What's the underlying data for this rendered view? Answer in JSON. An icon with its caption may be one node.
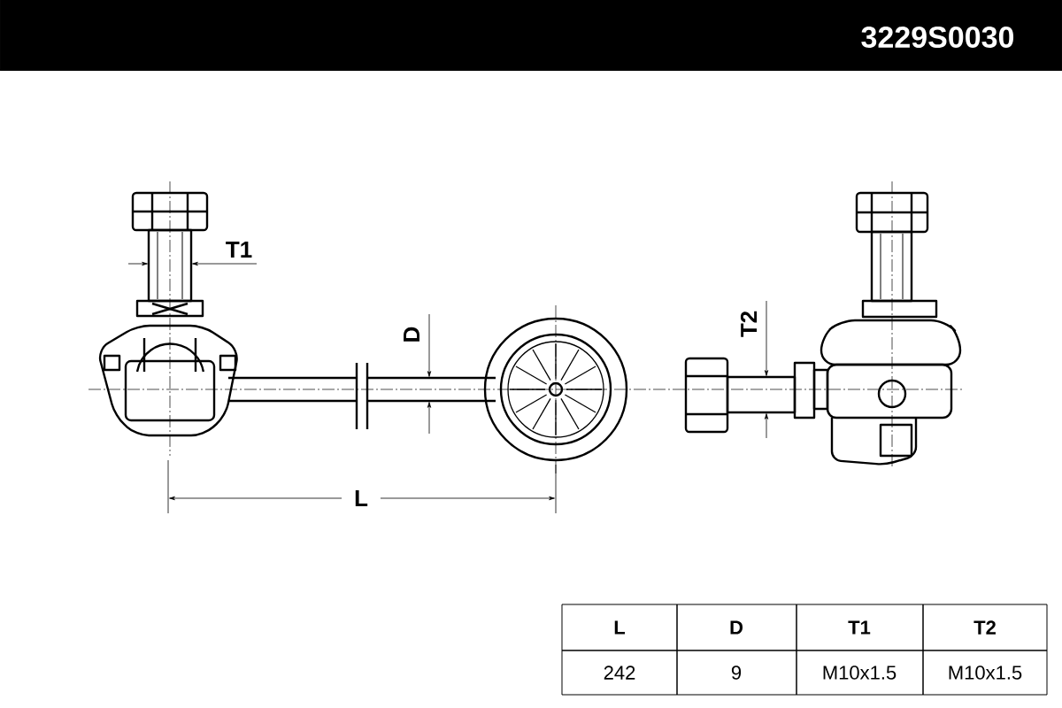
{
  "diagram": {
    "labels": [
      "3229S0030",
      "T1",
      "D",
      "T2",
      "L",
      "L",
      "D",
      "T1",
      "T2",
      "242",
      "9",
      "M10x1.5",
      "M10x1.5"
    ]
  }
}
